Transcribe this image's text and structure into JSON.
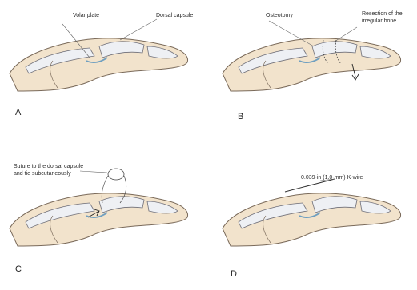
{
  "panels": [
    {
      "letter": "A",
      "labels": [
        "Volar plate",
        "Dorsal capsule"
      ]
    },
    {
      "letter": "B",
      "labels": [
        "Osteotomy",
        "Resection of the",
        "irregular bone"
      ]
    },
    {
      "letter": "C",
      "labels": [
        "Suture to the dorsal capsule",
        "and tie subcutaneously"
      ]
    },
    {
      "letter": "D",
      "labels": [
        "0.039-in (1.0-mm) K-wire"
      ]
    }
  ],
  "colors": {
    "skin_fill": "#f2e3cc",
    "skin_stroke": "#7a6a5a",
    "bone_fill": "#eef0f4",
    "bone_stroke": "#6e6e78",
    "soft_tissue": "#6f9fc0",
    "leader_line": "#666666"
  }
}
